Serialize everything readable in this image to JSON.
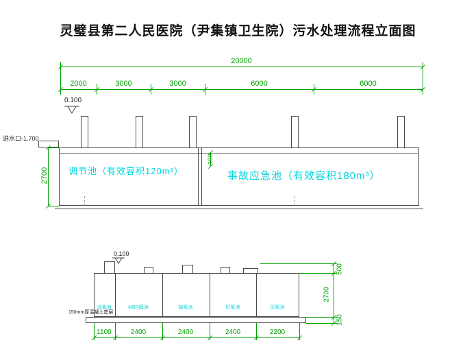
{
  "title": "灵璧县第二人民医院（尹集镇卫生院）污水处理流程立面图",
  "colors": {
    "dimension": "#00a400",
    "tank_label": "#00d4dc",
    "line": "#4a4a4a"
  },
  "upper": {
    "total_dim": "20000",
    "segment_dims": [
      "2000",
      "3000",
      "3000",
      "6000",
      "6000"
    ],
    "elevation": "0.100",
    "inlet_label": "进水口-1.700",
    "depth_dim": "2700",
    "freeboard_dim": "100",
    "tank_left_label": "调节池（有效容积120m³）",
    "tank_right_label": "事故应急池（有效容积180m³）"
  },
  "lower": {
    "elevation": "0.100",
    "slab_note": "150mm厚混凝土垫层",
    "compartments": [
      "消毒池",
      "MBR膜池",
      "缺氧池",
      "好氧池",
      "厌氧池"
    ],
    "bottom_dims": [
      "1100",
      "2400",
      "2400",
      "2400",
      "2200"
    ],
    "right_dims": [
      "500",
      "2700",
      "150"
    ]
  }
}
